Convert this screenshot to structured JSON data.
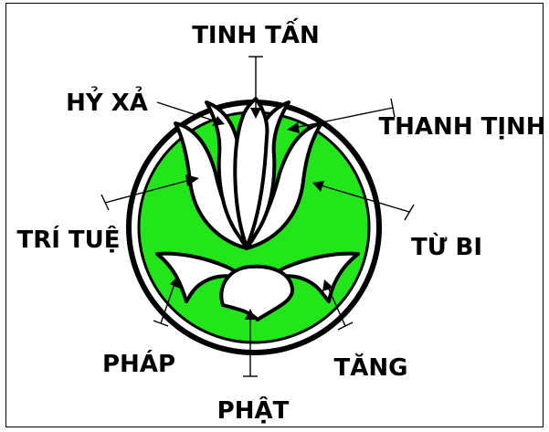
{
  "labels": {
    "top": "TINH TẤN",
    "upper_left": "HỶ XẢ",
    "upper_right": "THANH TỊNH",
    "left": "TRÍ TUỆ",
    "right": "TỪ BI",
    "lower_left": "PHÁP",
    "lower_right": "TĂNG",
    "bottom": "PHẬT"
  },
  "colors": {
    "disc": "#22e61a",
    "outline": "#000000",
    "petal": "#ffffff"
  }
}
